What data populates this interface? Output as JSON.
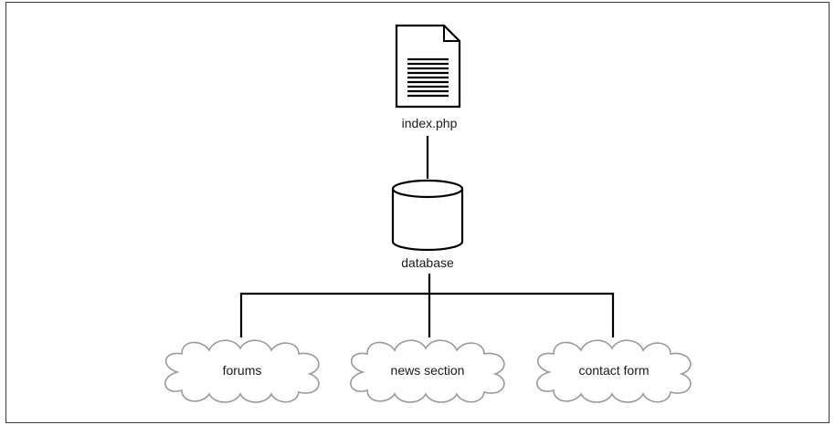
{
  "nodes": {
    "file": {
      "label": "index.php",
      "icon": "document-icon"
    },
    "database": {
      "label": "database",
      "icon": "database-icon"
    },
    "children": [
      {
        "label": "forums",
        "icon": "cloud-icon"
      },
      {
        "label": "news section",
        "icon": "cloud-icon"
      },
      {
        "label": "contact form",
        "icon": "cloud-icon"
      }
    ]
  },
  "colors": {
    "stroke": "#000000",
    "cloud_stroke": "#9a9a9a",
    "text": "#1a1a1a"
  }
}
